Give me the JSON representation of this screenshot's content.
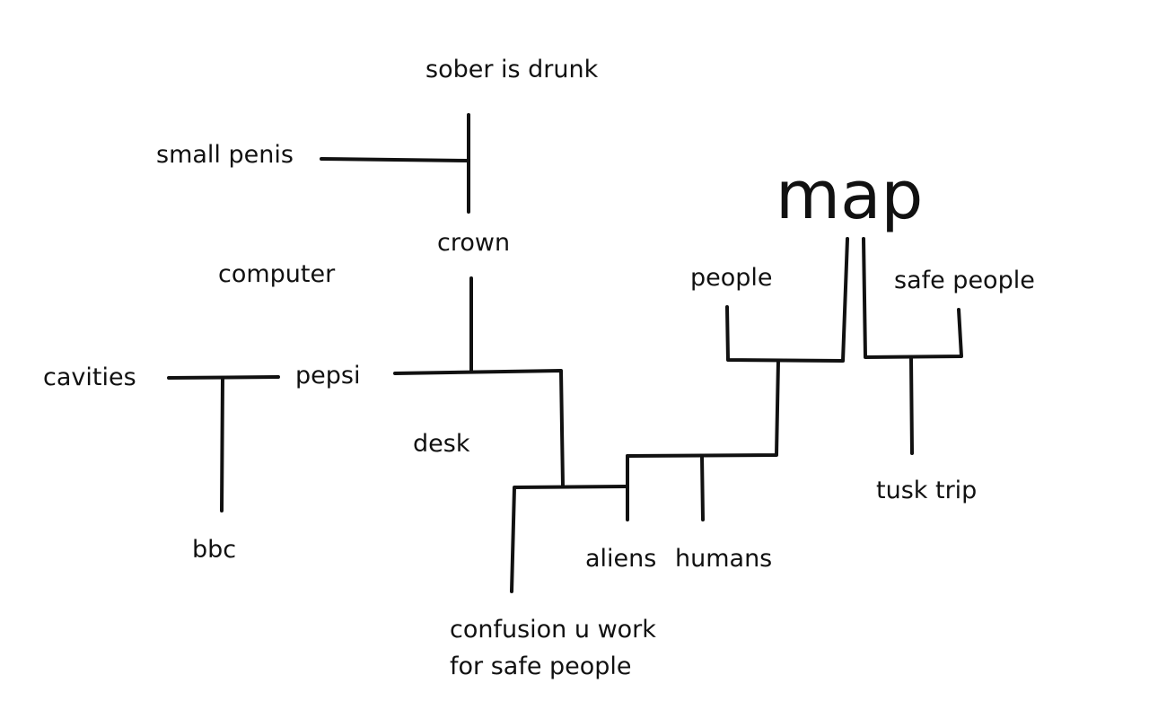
{
  "map": {
    "title": "map",
    "line_color": "#111111",
    "background": "#ffffff",
    "labels": {
      "sober_is_drunk": "sober is drunk",
      "small_penis": "small penis",
      "crown": "crown",
      "computer": "computer",
      "cavities": "cavities",
      "pepsi": "pepsi",
      "desk": "desk",
      "bbc": "bbc",
      "people": "people",
      "safe_people": "safe people",
      "tusk_trip": "tusk trip",
      "aliens": "aliens",
      "humans": "humans",
      "confusion_line1": "confusion u work",
      "confusion_line2": "for safe people"
    }
  }
}
